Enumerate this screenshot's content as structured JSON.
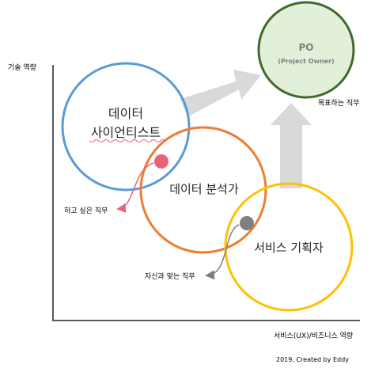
{
  "axes": {
    "y_label": "기술 역량",
    "x_label": "서비스(UX)/비즈니스 역량"
  },
  "circles": {
    "data_scientist": {
      "line1": "데이터",
      "line2": "사이언티스트",
      "color": "#5B9BD5"
    },
    "data_analyst": {
      "label": "데이터 분석가",
      "color": "#ED7D31"
    },
    "service_planner": {
      "label": "서비스 기획자",
      "color": "#FFC000"
    },
    "po": {
      "title": "PO",
      "subtitle": "(Project Owner)",
      "color": "#3F6B2A",
      "fill": "#E2EFD9"
    }
  },
  "annotations": {
    "desired": {
      "text": "하고 싶은 직무",
      "color": "#E8637A"
    },
    "fitting": {
      "text": "자신과 맞는 직무",
      "color": "#7F7F7F"
    },
    "goal": {
      "text": "목표하는 직무"
    }
  },
  "credit": "2019, Created by Eddy",
  "arrow_color": "#D9D9D9"
}
